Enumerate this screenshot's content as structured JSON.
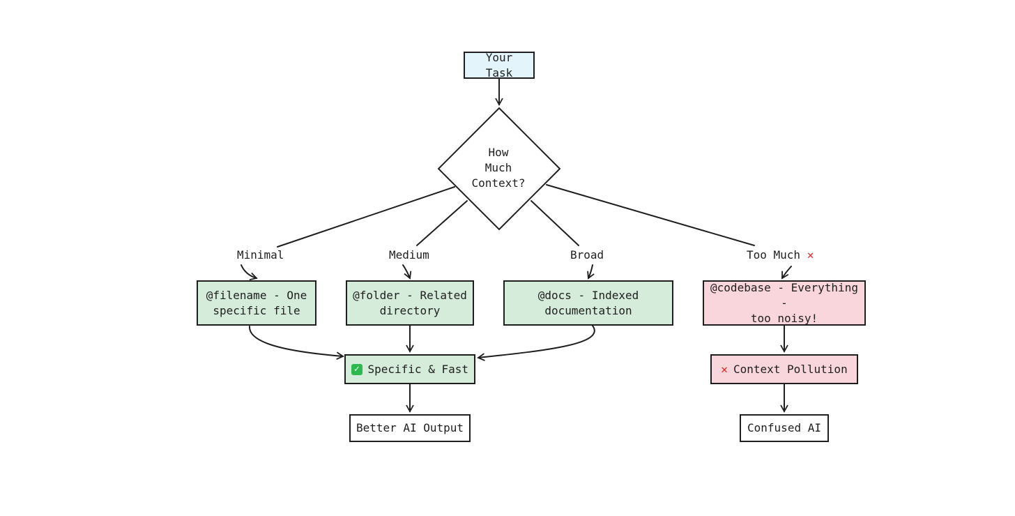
{
  "nodes": {
    "task": "Your Task",
    "decision": "How\nMuch\nContext?",
    "filename": "@filename - One\nspecific file",
    "folder": "@folder - Related\ndirectory",
    "docs": "@docs - Indexed\ndocumentation",
    "codebase": "@codebase - Everything -\ntoo noisy!",
    "specific_fast": "Specific & Fast",
    "pollution": "Context Pollution",
    "better_output": "Better AI Output",
    "confused": "Confused AI"
  },
  "edge_labels": {
    "minimal": "Minimal",
    "medium": "Medium",
    "broad": "Broad",
    "too_much": "Too Much"
  },
  "icons": {
    "check": "check-mark-icon",
    "cross": "cross-mark-icon"
  },
  "colors": {
    "task_fill": "#e3f4fb",
    "good_fill": "#d4ecd9",
    "bad_fill": "#f8d6dc",
    "cross": "#e02020",
    "check": "#2fb84f"
  }
}
